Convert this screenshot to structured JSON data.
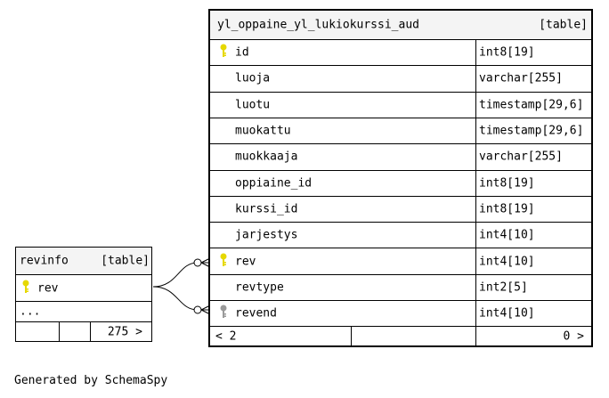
{
  "main_table": {
    "name": "yl_oppaine_yl_lukiokurssi_aud",
    "type_label": "[table]",
    "columns": [
      {
        "name": "id",
        "type": "int8[19]",
        "key": "primary"
      },
      {
        "name": "luoja",
        "type": "varchar[255]",
        "key": "none"
      },
      {
        "name": "luotu",
        "type": "timestamp[29,6]",
        "key": "none"
      },
      {
        "name": "muokattu",
        "type": "timestamp[29,6]",
        "key": "none"
      },
      {
        "name": "muokkaaja",
        "type": "varchar[255]",
        "key": "none"
      },
      {
        "name": "oppiaine_id",
        "type": "int8[19]",
        "key": "none"
      },
      {
        "name": "kurssi_id",
        "type": "int8[19]",
        "key": "none"
      },
      {
        "name": "jarjestys",
        "type": "int4[10]",
        "key": "none"
      },
      {
        "name": "rev",
        "type": "int4[10]",
        "key": "primary"
      },
      {
        "name": "revtype",
        "type": "int2[5]",
        "key": "none"
      },
      {
        "name": "revend",
        "type": "int4[10]",
        "key": "foreign"
      }
    ],
    "footer_parents": "< 2",
    "footer_children": "0 >"
  },
  "revinfo_table": {
    "name": "revinfo",
    "type_label": "[table]",
    "columns": [
      {
        "name": "rev",
        "key": "primary"
      }
    ],
    "ellipsis": "...",
    "footer_children": "275 >"
  },
  "colors": {
    "primary_key": "#e6d800",
    "foreign_key": "#9a9a9a",
    "header_bg": "#f4f4f4"
  },
  "footer": {
    "text": "Generated by SchemaSpy"
  }
}
